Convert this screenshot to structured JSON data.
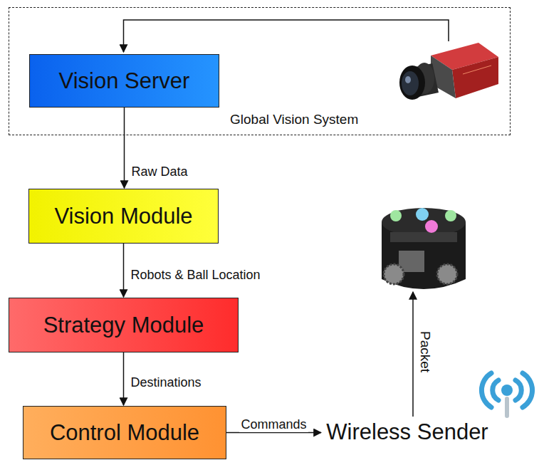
{
  "diagram": {
    "nodes": [
      {
        "text": [
          "Global Vision System"
        ]
      },
      {
        "text": [
          "Vision Server"
        ],
        "in": 0
      },
      {
        "text": [
          "Vision Module"
        ]
      },
      {
        "text": [
          "Strategy Module"
        ]
      },
      {
        "text": [
          "Control Module"
        ]
      },
      {
        "text": [
          "Wireless Sender"
        ]
      }
    ],
    "edges": [
      {
        "from": 1,
        "to": 2,
        "label": "Raw Data",
        "arrow": "to"
      },
      {
        "from": 2,
        "to": 3,
        "label": "Robots & Ball Location",
        "arrow": "to"
      },
      {
        "from": 3,
        "to": 4,
        "label": "Destinations",
        "arrow": "to"
      },
      {
        "from": 4,
        "to": 5,
        "label": "Commands",
        "arrow": "to"
      }
    ],
    "labels": [
      "Packet"
    ]
  }
}
